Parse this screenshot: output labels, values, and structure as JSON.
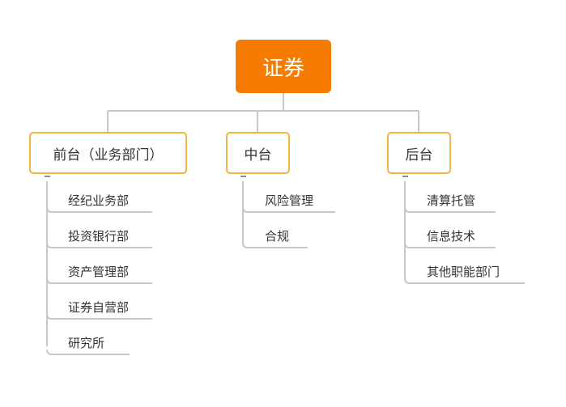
{
  "root": {
    "label": "证券"
  },
  "branches": [
    {
      "label": "前台（业务部门）",
      "children": [
        "经纪业务部",
        "投资银行部",
        "资产管理部",
        "证券自营部",
        "研究所"
      ]
    },
    {
      "label": "中台",
      "children": [
        "风险管理",
        "合规"
      ]
    },
    {
      "label": "后台",
      "children": [
        "清算托管",
        "信息技术",
        "其他职能部门"
      ]
    }
  ],
  "colors": {
    "root_fill": "#f57c00",
    "branch_border": "#f5b342",
    "connector": "#c8c8c8"
  }
}
